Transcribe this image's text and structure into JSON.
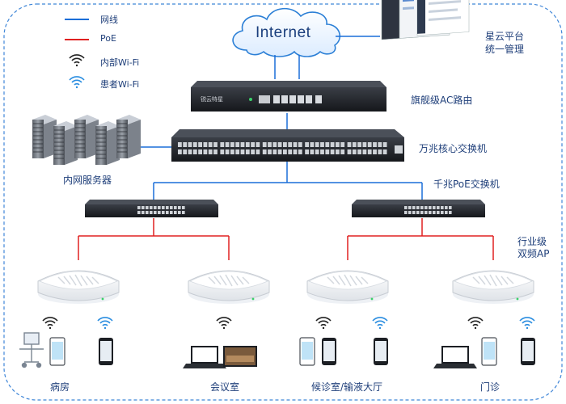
{
  "legend": {
    "wired": "网线",
    "poe": "PoE",
    "wifi_internal": "内部Wi-Fi",
    "wifi_patient": "患者Wi-Fi"
  },
  "cloud": {
    "label": "Internet"
  },
  "platform": {
    "label_line1": "星云平台",
    "label_line2": "统一管理"
  },
  "router": {
    "label": "旗舰级AC路由",
    "brand": "锐云特星"
  },
  "core_switch": {
    "label": "万兆核心交换机"
  },
  "servers": {
    "label": "内网服务器"
  },
  "poe_switch": {
    "label": "千兆PoE交换机"
  },
  "ap": {
    "label_line1": "行业级",
    "label_line2": "双频AP"
  },
  "rooms": [
    "病房",
    "会议室",
    "候诊室/输液大厅",
    "门诊"
  ],
  "colors": {
    "wired": "#1a6ed8",
    "poe": "#e02020",
    "wifi_internal": "#222222",
    "wifi_patient": "#2a8de0",
    "label": "#1f3f7a",
    "frame": "#3f86d8"
  }
}
